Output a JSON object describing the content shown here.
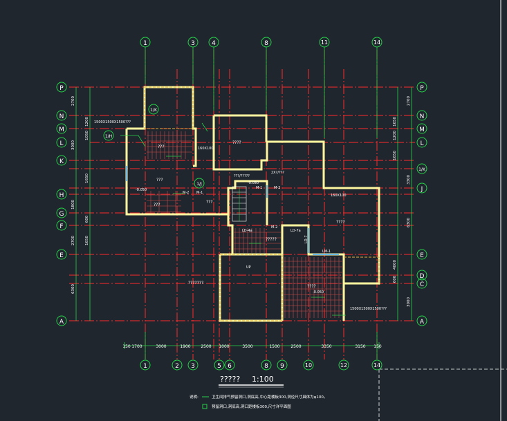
{
  "title": {
    "main": "?????",
    "scale": "1:100"
  },
  "notes": {
    "prefix": "说明:",
    "line1": "卫生间排气预留洞口,洞底高,中心距楼板300,洞径尺寸具体为φ100。",
    "line2": "预留洞口,洞底高,洞口距楼板300,尺寸详平面图"
  },
  "axes": {
    "top": [
      "1",
      "3",
      "4",
      "8",
      "11",
      "14"
    ],
    "bottom": [
      "1",
      "2",
      "3",
      "5",
      "6",
      "8",
      "9",
      "10",
      "12",
      "14"
    ],
    "left": [
      "P",
      "N",
      "M",
      "L",
      "K",
      "H",
      "G",
      "F",
      "E",
      "A"
    ],
    "right": [
      "P",
      "N",
      "M",
      "L",
      "1/K",
      "J",
      "E",
      "D",
      "C",
      "A"
    ],
    "detail_1k": "1/K",
    "detail_1h": "1/H",
    "detail_1j": "1/J"
  },
  "dims_bottom": [
    "150",
    "1700",
    "3000",
    "1900",
    "2500",
    "1000",
    "3500",
    "1500",
    "2500",
    "3350",
    "3150",
    "150"
  ],
  "dims_left": [
    "2700",
    "1200",
    "1050",
    "3000",
    "1650",
    "1800",
    "2700",
    "600",
    "1650",
    "6300"
  ],
  "dims_right": [
    "2700",
    "1650",
    "1200",
    "1650",
    "3300",
    "6300",
    "4000",
    "600",
    "3000"
  ],
  "rooms": {
    "r1": "????",
    "r2": "???",
    "r3": "???",
    "r4": "???",
    "r5": "???",
    "r6": "????",
    "r7": "????",
    "r8": "???????",
    "r9": "?????"
  },
  "tags": {
    "ld4a": "LD-4a",
    "ld7a": "LD-7a",
    "ld7": "LD-7",
    "lm1": "LM-1",
    "m1a": "M-1",
    "m1b": "M-1",
    "m2a": "M-2",
    "m2b": "M-2",
    "m2c": "M-2",
    "vent1": "1500X1500X1500???",
    "vent2": "1500X1500X1500???",
    "hole1": "160X100",
    "hole2": "160X100",
    "up": "UP",
    "elev1": "-0.050",
    "elev2": "-0.050",
    "elev3": "-0.050",
    "beam1": "???/?????",
    "beam2": "2X?/???"
  },
  "colors": {
    "background": "#1f262d",
    "axis": "#ff2a2a",
    "bubble": "#27d34a",
    "wall": "#fff7a0",
    "wall_fill": "#e9e3a2",
    "hatch": "#d84a4a",
    "text": "#ffffff",
    "blue": "#3aa7ff"
  }
}
